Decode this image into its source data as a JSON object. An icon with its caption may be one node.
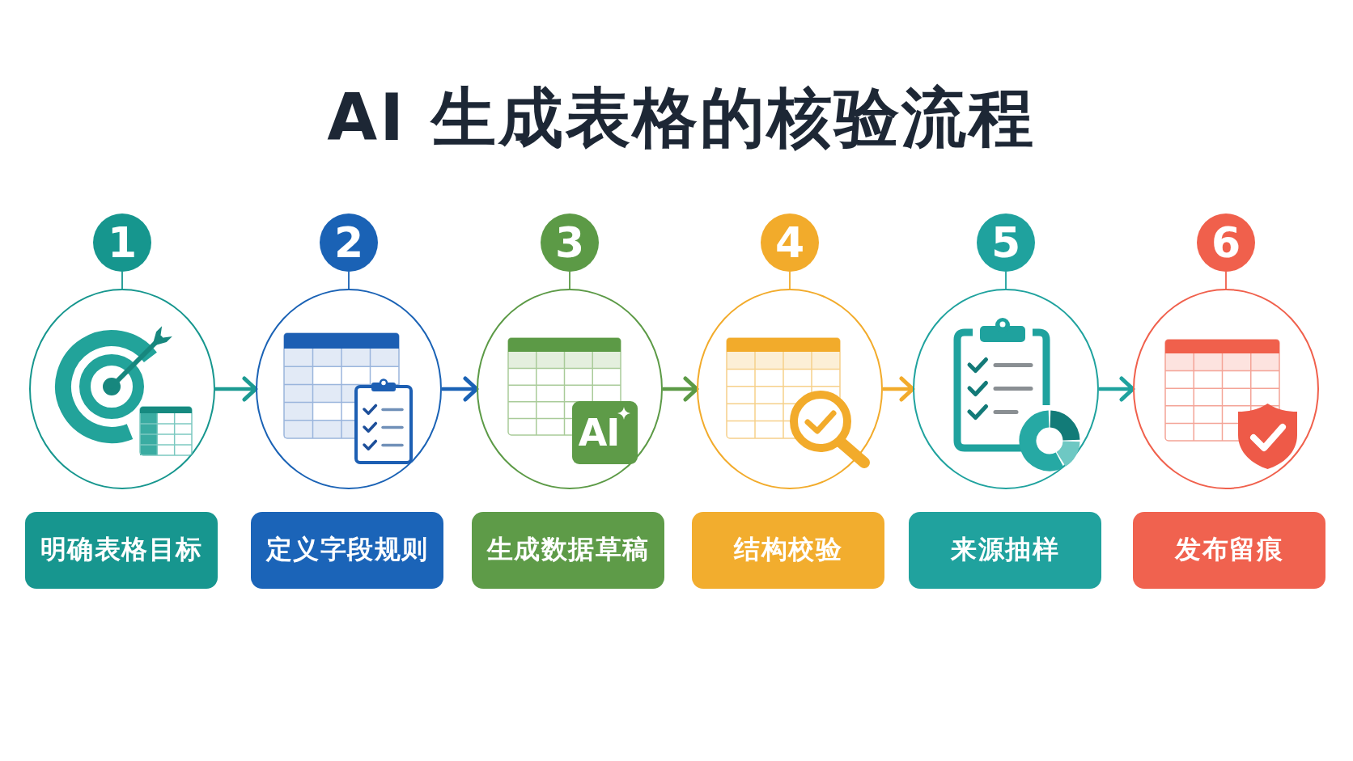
{
  "diagram": {
    "title": "AI 生成表格的核验流程",
    "nodes": [
      {
        "text": [
          "1"
        ]
      },
      {
        "text": [],
        "shape": "circle"
      },
      {
        "text": [
          "明确表格目标"
        ]
      },
      {
        "text": [
          "2"
        ]
      },
      {
        "text": [],
        "shape": "circle"
      },
      {
        "text": [
          "定义字段规则"
        ]
      },
      {
        "text": [
          "3"
        ]
      },
      {
        "text": [],
        "shape": "circle"
      },
      {
        "text": [
          "生成数据草稿"
        ]
      },
      {
        "text": [
          "4"
        ]
      },
      {
        "text": [],
        "shape": "circle"
      },
      {
        "text": [
          "结构校验"
        ]
      },
      {
        "text": [
          "5"
        ]
      },
      {
        "text": [],
        "shape": "circle"
      },
      {
        "text": [
          "来源抽样"
        ]
      },
      {
        "text": [
          "6"
        ]
      },
      {
        "text": [],
        "shape": "circle"
      },
      {
        "text": [
          "发布留痕"
        ]
      }
    ],
    "edges": [
      {
        "from": 0,
        "to": 1,
        "arrow": "none",
        "color": "#16968e"
      },
      {
        "from": 1,
        "to": 4,
        "arrow": "to",
        "style": "thick",
        "color": "#1c9a92"
      },
      {
        "from": 3,
        "to": 4,
        "arrow": "none",
        "color": "#1a62b5"
      },
      {
        "from": 4,
        "to": 7,
        "arrow": "to",
        "style": "thick",
        "color": "#1a62b5"
      },
      {
        "from": 6,
        "to": 7,
        "arrow": "none",
        "color": "#5c9a46"
      },
      {
        "from": 7,
        "to": 10,
        "arrow": "to",
        "style": "thick",
        "color": "#5c9a46"
      },
      {
        "from": 9,
        "to": 10,
        "arrow": "none",
        "color": "#f2ab2b"
      },
      {
        "from": 10,
        "to": 13,
        "arrow": "to",
        "style": "thick",
        "color": "#f2ab2b"
      },
      {
        "from": 12,
        "to": 13,
        "arrow": "none",
        "color": "#1fa29e"
      },
      {
        "from": 13,
        "to": 16,
        "arrow": "to",
        "style": "thick",
        "color": "#1fa29e"
      },
      {
        "from": 15,
        "to": 16,
        "arrow": "none",
        "color": "#f0604c"
      }
    ],
    "labels": [
      "AI"
    ]
  }
}
